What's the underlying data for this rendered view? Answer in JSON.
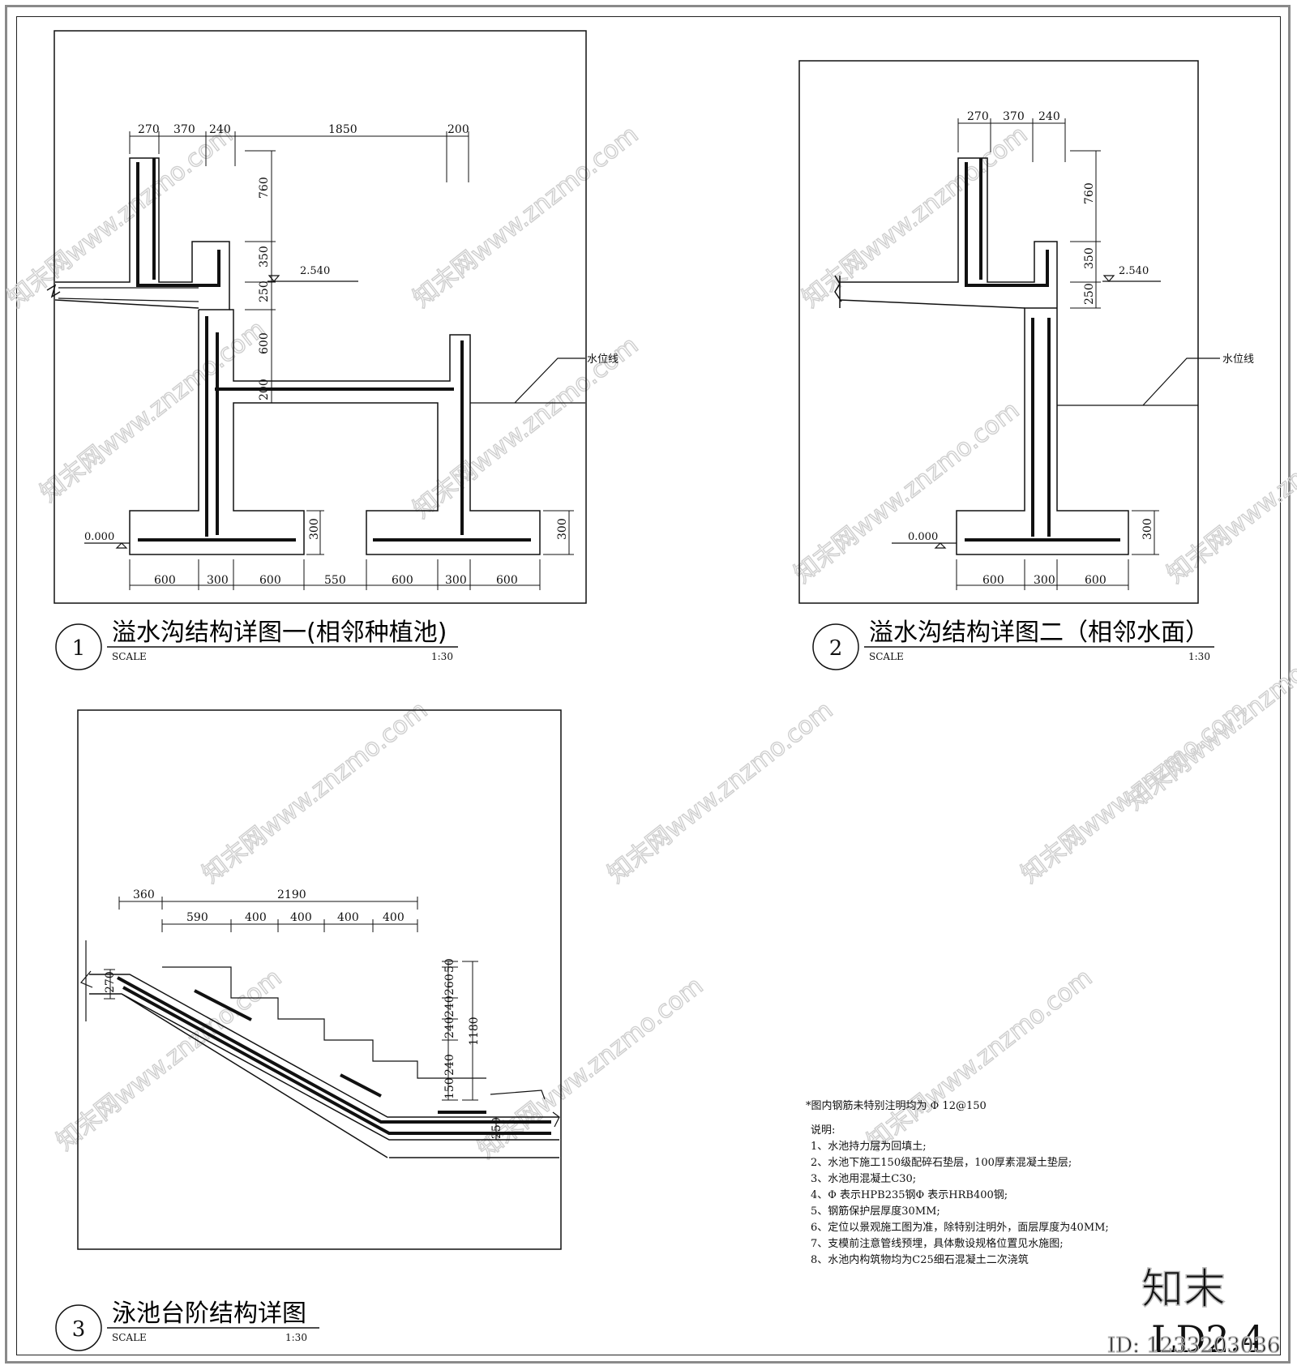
{
  "drawings": [
    {
      "number": "1",
      "title": "溢水沟结构详图一(相邻种植池)",
      "scale_label": "SCALE",
      "scale_value": "1:30",
      "top_dims": [
        "270",
        "370",
        "240",
        "1850",
        "200"
      ],
      "vert_dims": [
        "760",
        "350",
        "250",
        "600",
        "200"
      ],
      "bottom_dims": [
        "600",
        "300",
        "600",
        "550",
        "600",
        "300",
        "600"
      ],
      "footing_dims": [
        "300",
        "300"
      ],
      "elev_top": "2.540",
      "elev_bottom": "0.000",
      "water_label": "水位线"
    },
    {
      "number": "2",
      "title": "溢水沟结构详图二（相邻水面）",
      "scale_label": "SCALE",
      "scale_value": "1:30",
      "top_dims": [
        "270",
        "370",
        "240"
      ],
      "vert_dims": [
        "760",
        "350",
        "250"
      ],
      "bottom_dims": [
        "600",
        "300",
        "600"
      ],
      "footing_dims": [
        "300"
      ],
      "elev_top": "2.540",
      "elev_bottom": "0.000",
      "water_label": "水位线"
    },
    {
      "number": "3",
      "title": "泳池台阶结构详图",
      "scale_label": "SCALE",
      "scale_value": "1:30",
      "top_dims": [
        "360",
        "2190"
      ],
      "step_dims": [
        "590",
        "400",
        "400",
        "400",
        "400"
      ],
      "side_dims": [
        "270"
      ],
      "vert_dims": [
        "260",
        "50",
        "240",
        "240",
        "240",
        "150"
      ],
      "total_height": "1180",
      "slab_dim": "250"
    }
  ],
  "notes": {
    "rebar": "*图内钢筋未特别注明均为 Φ 12@150",
    "heading": "说明:",
    "items": [
      "1、水池持力层为回填土;",
      "2、水池下施工150级配碎石垫层，100厚素混凝土垫层;",
      "3、水池用混凝土C30;",
      "4、Φ  表示HPB235钢Φ 表示HRB400钢;",
      "5、钢筋保护层厚度30MM;",
      "6、定位以景观施工图为准，除特别注明外，面层厚度为40MM;",
      "7、支模前注意管线预埋，具体敷设规格位置见水施图;",
      "8、水池内构筑物均为C25细石混凝土二次浇筑"
    ]
  },
  "sheet_number": "LD2.4",
  "watermark": {
    "text": "知末网www.znzmo.com",
    "logo": "知末",
    "id": "ID: 1233203036"
  }
}
